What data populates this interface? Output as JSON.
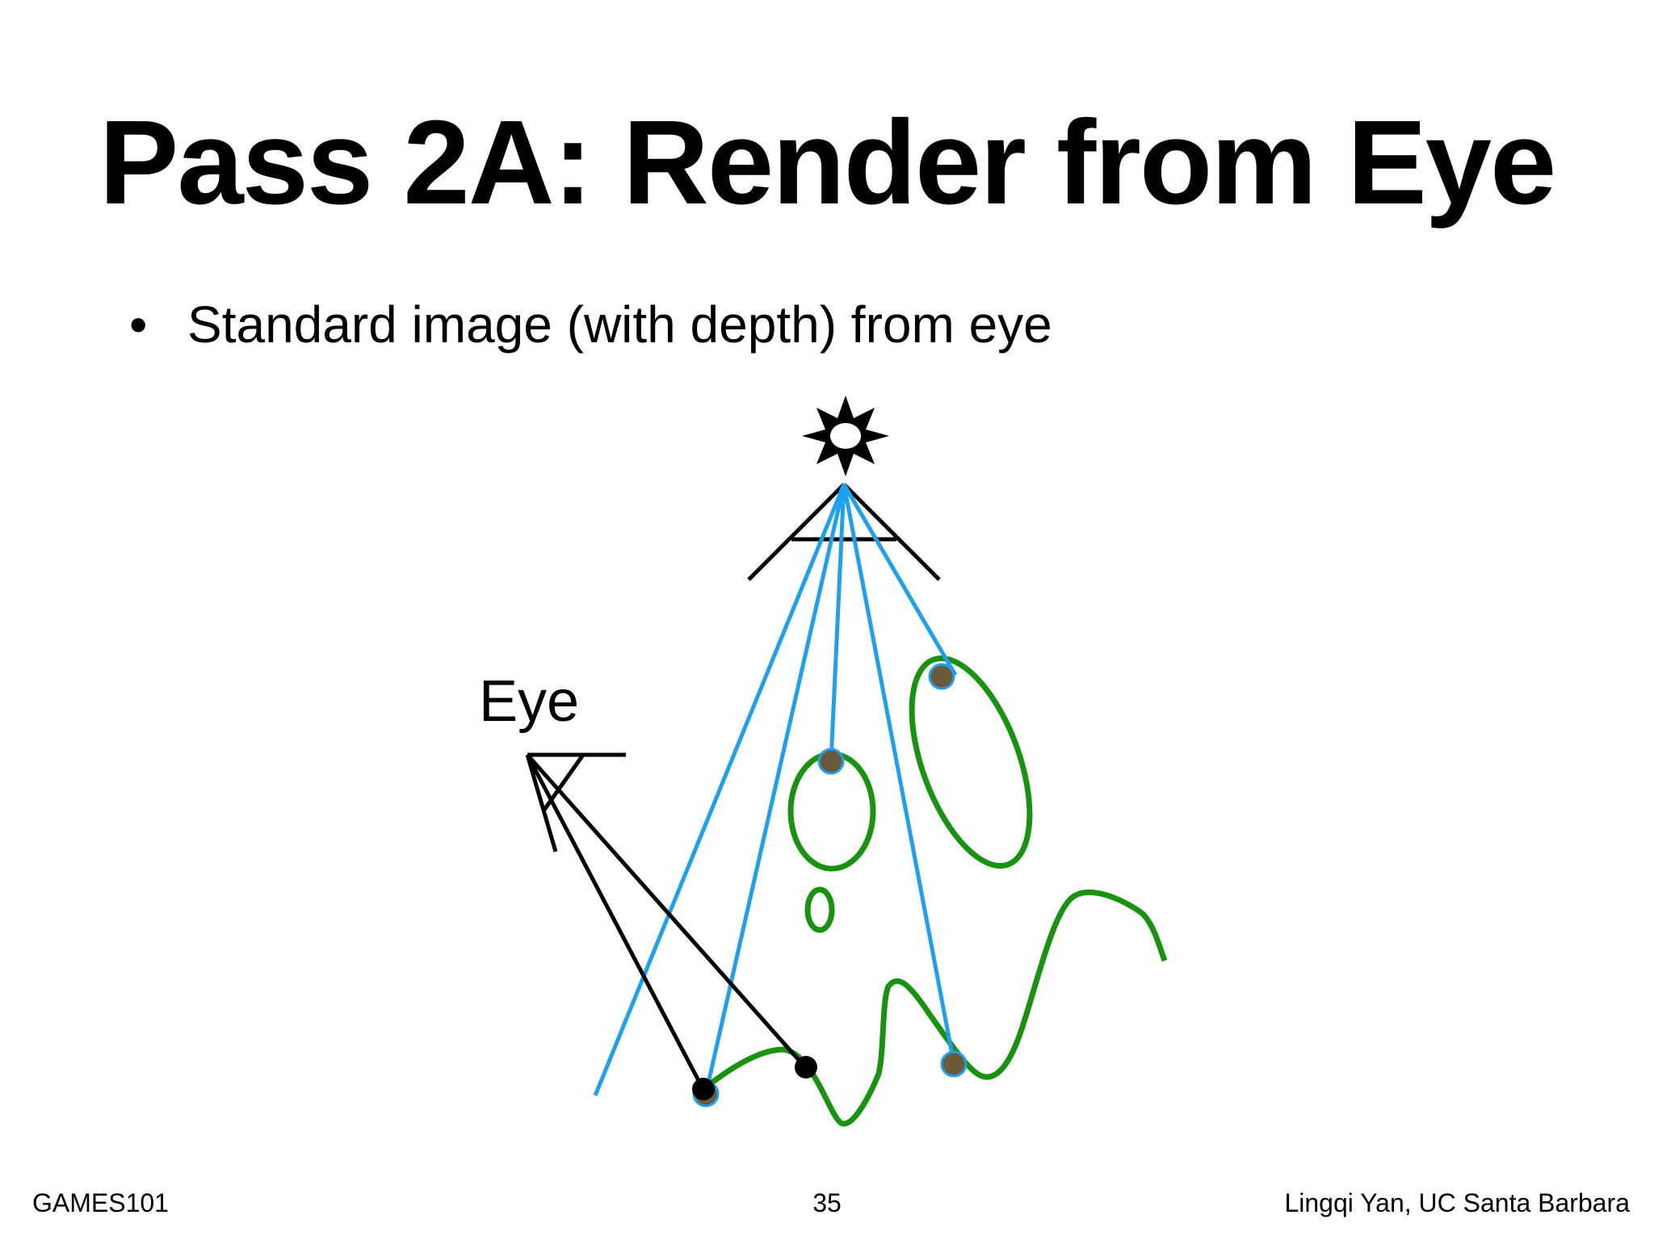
{
  "slide": {
    "title": "Pass 2A: Render from Eye",
    "bullet": "•",
    "bullet_text": "Standard image (with depth) from eye"
  },
  "diagram": {
    "eye_label": "Eye",
    "icons": [
      "light-source-icon",
      "light-camera-icon",
      "eye-camera-icon"
    ],
    "colors": {
      "light_rays": "#1ea0f0",
      "eye_rays": "#000000",
      "geometry": "#17930f",
      "shadow_map_points": "#6b5a3a",
      "eye_points": "#000000"
    }
  },
  "footer": {
    "course": "GAMES101",
    "page_number": "35",
    "author": "Lingqi Yan, UC Santa Barbara"
  }
}
